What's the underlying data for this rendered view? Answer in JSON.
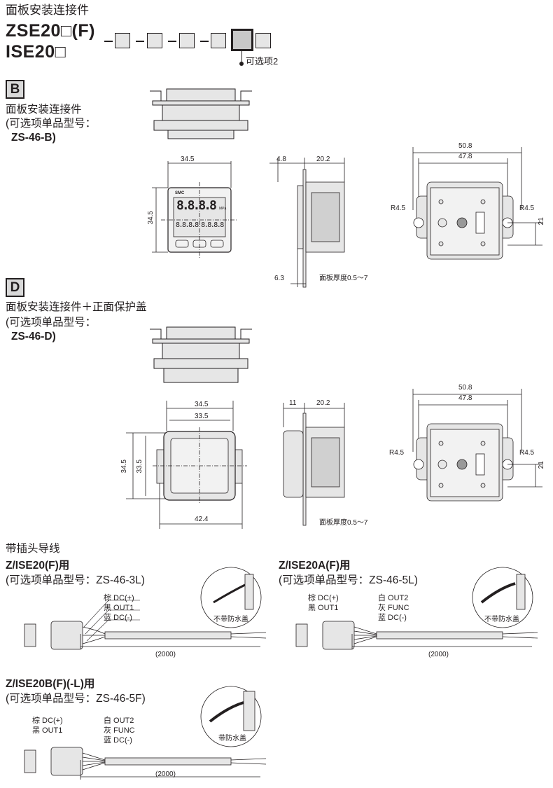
{
  "header": {
    "title": "面板安装连接件",
    "model1": "ZSE20□(F)",
    "model2": "ISE20□",
    "callout": "可选项2"
  },
  "sectionB": {
    "badge": "B",
    "line1": "面板安装连接件",
    "line2": "(可选项单品型号：",
    "line3": "ZS-46-B)",
    "front": {
      "w": "34.5",
      "h": "34.5",
      "brand": "SMC",
      "display": "8.8.8.8",
      "unit": "MPa",
      "sub": "8.8.8.8 8.8.8.8"
    },
    "side": {
      "d1": "4.8",
      "d2": "20.2",
      "d3": "6.3",
      "panel": "面板厚度0.5～7"
    },
    "back": {
      "w1": "50.8",
      "w2": "47.8",
      "r1": "R4.5",
      "r2": "R4.5",
      "h": "21"
    }
  },
  "sectionD": {
    "badge": "D",
    "line1": "面板安装连接件＋正面保护盖",
    "line2": "(可选项单品型号：",
    "line3": "ZS-46-D)",
    "front": {
      "w1": "34.5",
      "w2": "33.5",
      "h1": "34.5",
      "h2": "33.5",
      "w3": "42.4"
    },
    "side": {
      "d1": "11",
      "d2": "20.2",
      "panel": "面板厚度0.5～7"
    },
    "back": {
      "w1": "50.8",
      "w2": "47.8",
      "r1": "R4.5",
      "r2": "R4.5",
      "h": "21"
    }
  },
  "leads": {
    "title": "带插头导线",
    "c1": {
      "title": "Z/ISE20(F)用",
      "part": "(可选项单品型号：ZS-46-3L)",
      "wires": [
        "棕 DC(+)",
        "黑 OUT1",
        "蓝 DC(-)"
      ],
      "length": "(2000)",
      "note": "不带防水盖"
    },
    "c2": {
      "title": "Z/ISE20A(F)用",
      "part": "(可选项单品型号：ZS-46-5L)",
      "wires": [
        "棕 DC(+)",
        "黑 OUT1",
        "白 OUT2",
        "灰 FUNC",
        "蓝 DC(-)"
      ],
      "length": "(2000)",
      "note": "不带防水盖"
    },
    "c3": {
      "title": "Z/ISE20B(F)(-L)用",
      "part": "(可选项单品型号：ZS-46-5F)",
      "wires": [
        "棕 DC(+)",
        "黑 OUT1",
        "白 OUT2",
        "灰 FUNC",
        "蓝 DC(-)"
      ],
      "length": "(2000)",
      "note": "带防水盖"
    }
  }
}
